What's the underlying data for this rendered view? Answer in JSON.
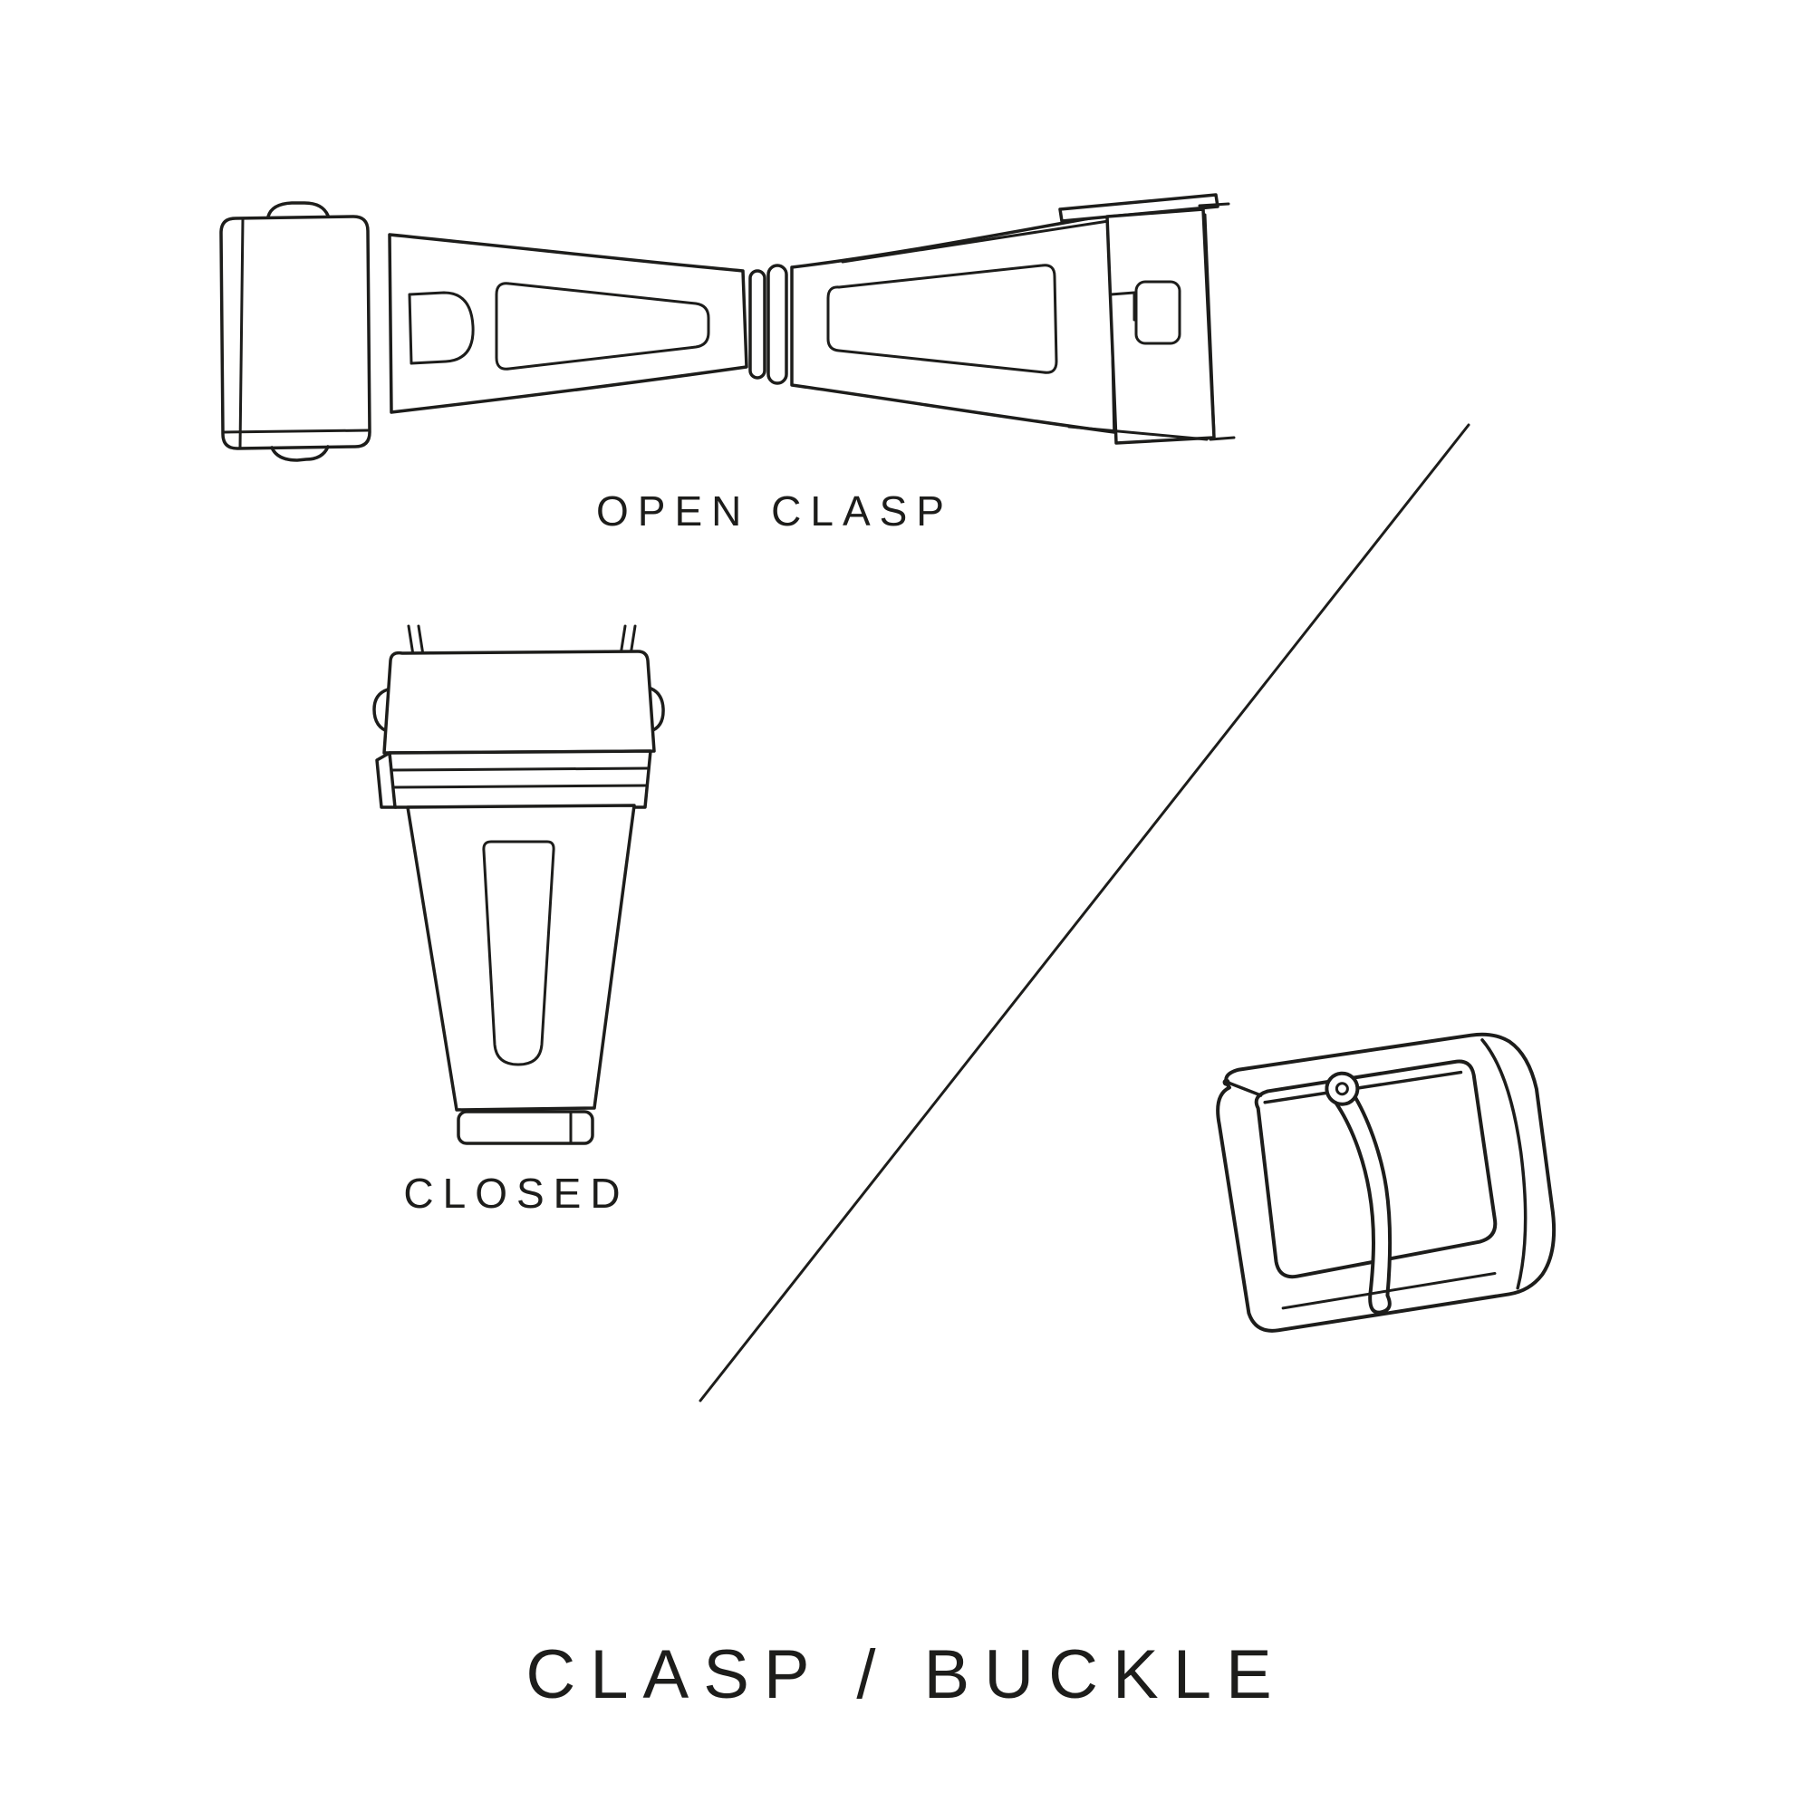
{
  "page": {
    "title": "CLASP / BUCKLE",
    "background_color": "#ffffff",
    "line_color": "#1d1d1b"
  },
  "figures": {
    "open_clasp": {
      "label": "OPEN CLASP",
      "icon": "open-clasp-line-drawing"
    },
    "closed_clasp": {
      "label": "CLOSED",
      "icon": "closed-clasp-line-drawing"
    },
    "buckle": {
      "icon": "tang-buckle-line-drawing"
    },
    "divider": {
      "icon": "diagonal-divider-line"
    }
  }
}
